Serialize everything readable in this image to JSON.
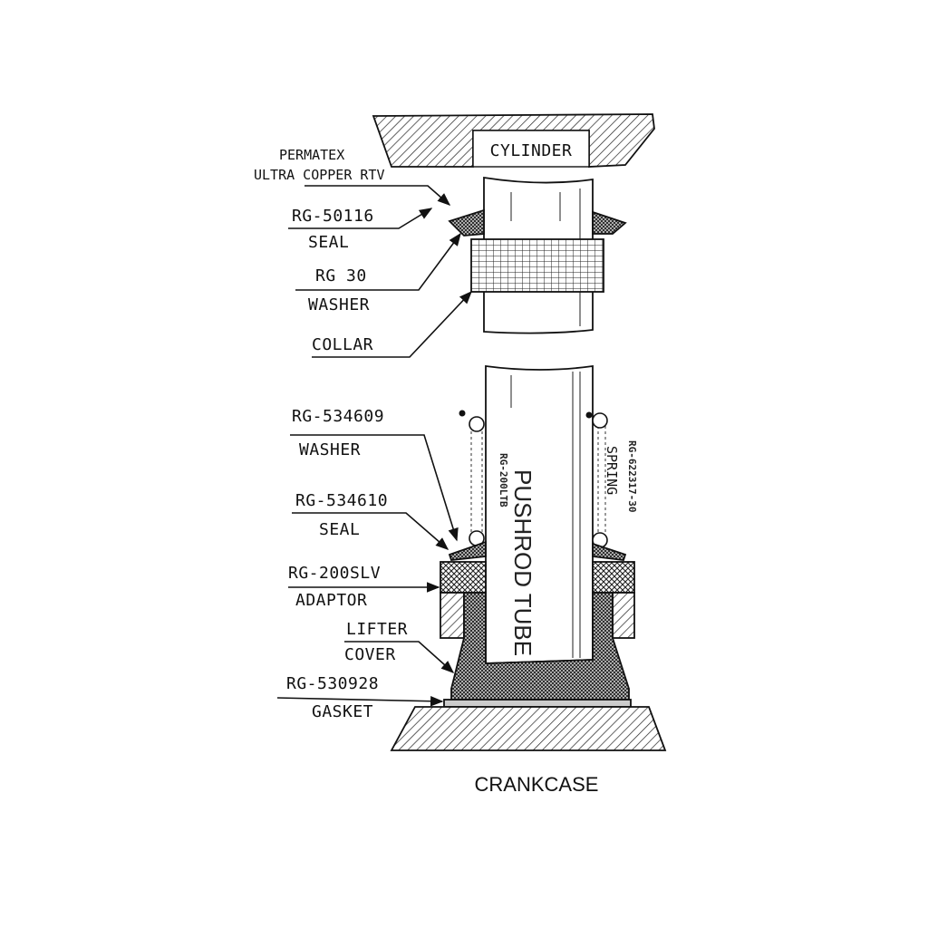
{
  "labels": {
    "cylinder": "CYLINDER",
    "crankcase": "CRANKCASE",
    "permatex_1": "PERMATEX",
    "permatex_2": "ULTRA COPPER RTV",
    "seal_top_pn": "RG-50116",
    "seal_top": "SEAL",
    "washer_top_pn": "RG 30",
    "washer_top": "WASHER",
    "collar": "COLLAR",
    "washer_bot_pn": "RG-534609",
    "washer_bot": "WASHER",
    "seal_bot_pn": "RG-534610",
    "seal_bot": "SEAL",
    "adaptor_pn": "RG-200SLV",
    "adaptor": "ADAPTOR",
    "lifter_1": "LIFTER",
    "lifter_2": "COVER",
    "gasket_pn": "RG-530928",
    "gasket": "GASKET",
    "tube_pn": "RG-200LTB",
    "tube": "PUSHROD TUBE",
    "spring_pn": "RG-622317-30",
    "spring": "SPRING"
  }
}
